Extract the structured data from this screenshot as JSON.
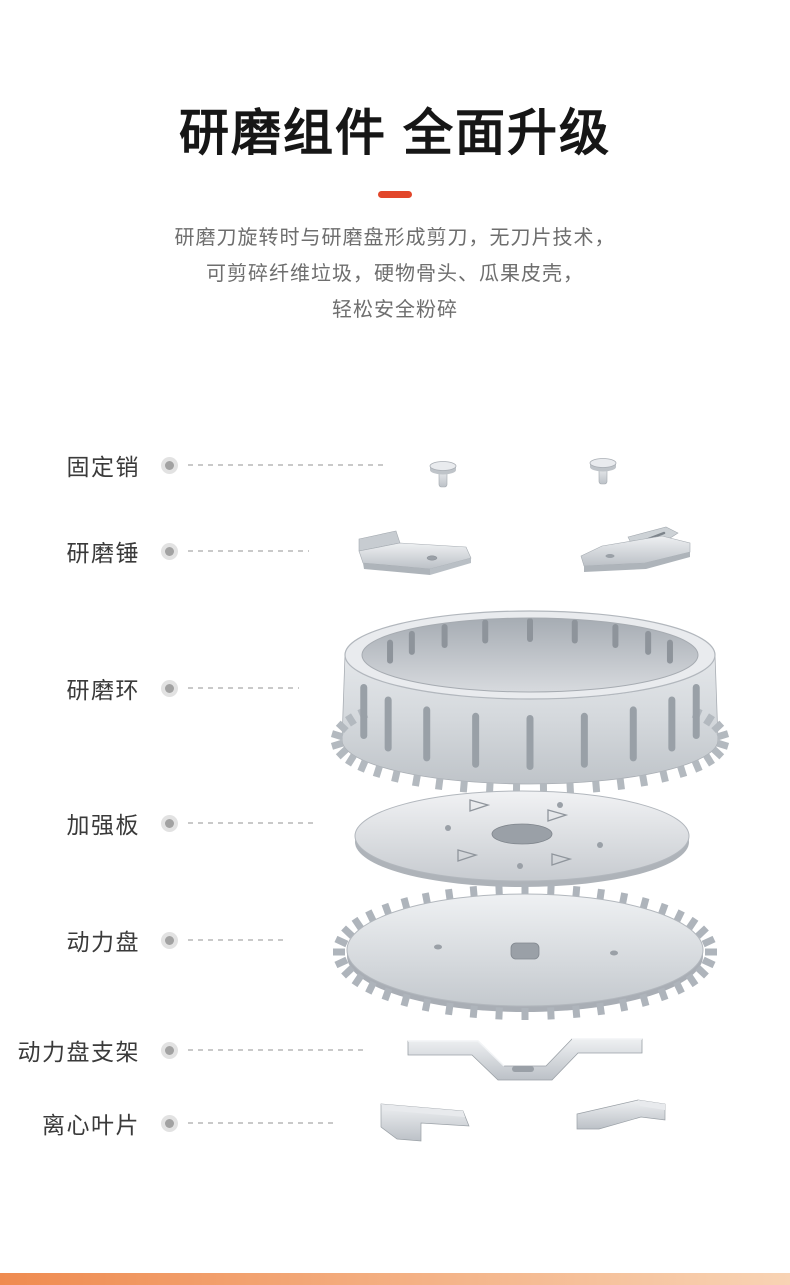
{
  "header": {
    "title": "研磨组件 全面升级",
    "desc_lines": [
      "研磨刀旋转时与研磨盘形成剪刀，无刀片技术，",
      "可剪碎纤维垃圾，硬物骨头、瓜果皮壳，",
      "轻松安全粉碎"
    ]
  },
  "colors": {
    "accent": "#e2462a",
    "text_primary": "#161616",
    "text_secondary": "#6e6e6e",
    "label_text": "#3a3a3a",
    "metal_light": "#eef0f2",
    "metal_dark": "#bcc1c7",
    "bottom_band": "#ef8b50"
  },
  "diagram": {
    "labels": [
      {
        "id": "fixing-pin",
        "text": "固定销"
      },
      {
        "id": "grinding-hammer",
        "text": "研磨锤"
      },
      {
        "id": "grinding-ring",
        "text": "研磨环"
      },
      {
        "id": "reinforcement-plate",
        "text": "加强板"
      },
      {
        "id": "power-disc",
        "text": "动力盘"
      },
      {
        "id": "power-disc-bracket",
        "text": "动力盘支架"
      },
      {
        "id": "centrifugal-blade",
        "text": "离心叶片"
      }
    ]
  }
}
